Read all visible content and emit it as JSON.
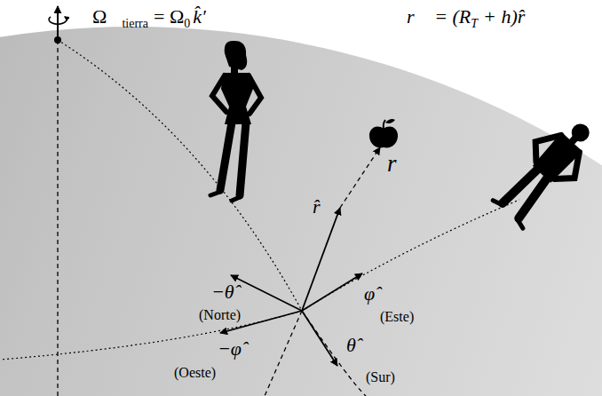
{
  "diagram": {
    "labels": [
      "Ω⃗",
      "tierra",
      "= Ω",
      "0",
      "k̂′",
      "r⃗ = (R",
      "T",
      "+ h)r̂",
      "r⃗",
      "r̂",
      "−θ̂",
      "(Norte)",
      "φ̂",
      "(Este)",
      "−φ̂",
      "(Oeste)",
      "θ̂",
      "(Sur)"
    ]
  }
}
